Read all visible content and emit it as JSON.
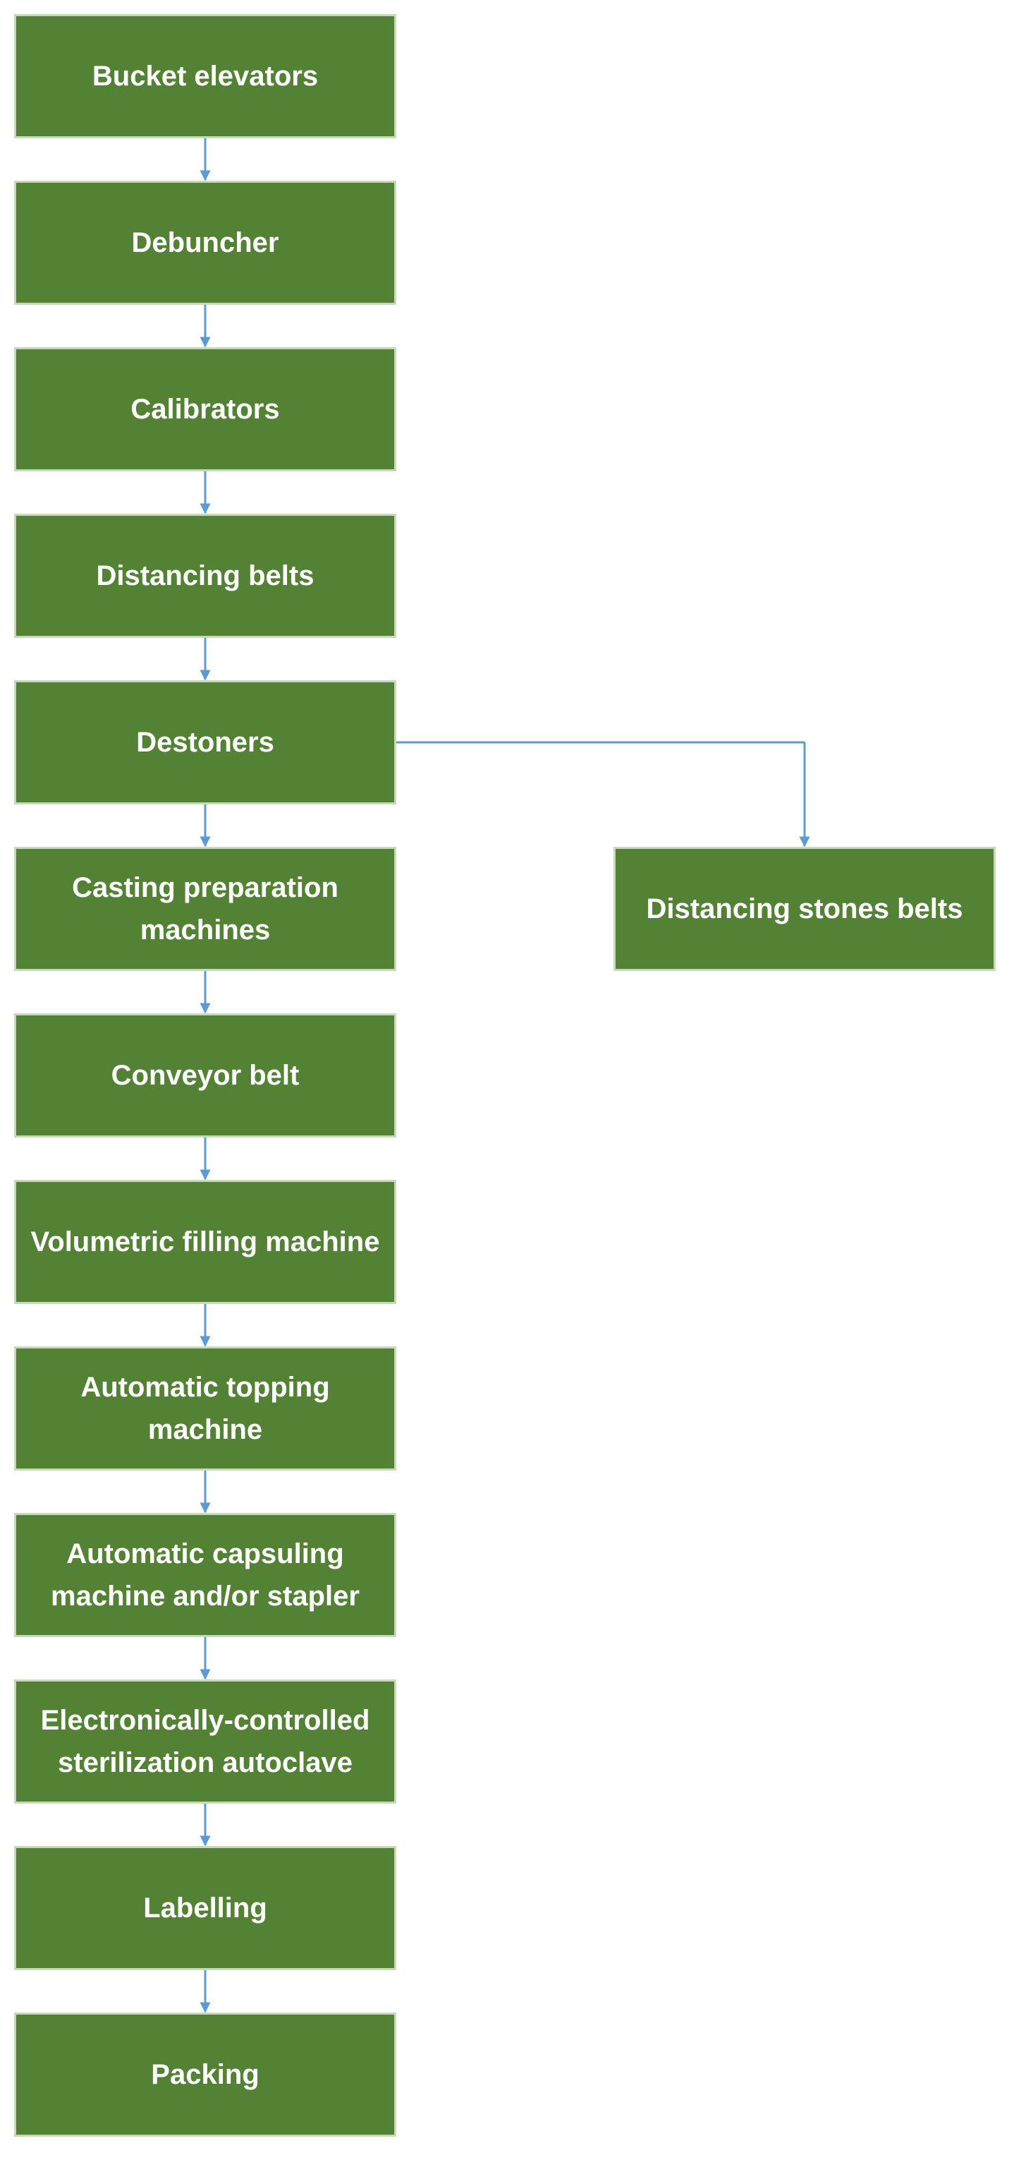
{
  "colors": {
    "box_fill": "#548235",
    "box_border": "#c8d8bb",
    "arrow": "#5b9bd5",
    "text": "#ffffff"
  },
  "steps": [
    "Bucket elevators",
    "Debuncher",
    "Calibrators",
    "Distancing belts",
    "Destoners",
    "Casting preparation machines",
    "Conveyor belt",
    "Volumetric filling machine",
    "Automatic topping machine",
    "Automatic capsuling machine and/or stapler",
    "Electronically-controlled sterilization autoclave",
    "Labelling",
    "Packing"
  ],
  "branch": {
    "from": "Destoners",
    "label": "Distancing stones belts"
  }
}
